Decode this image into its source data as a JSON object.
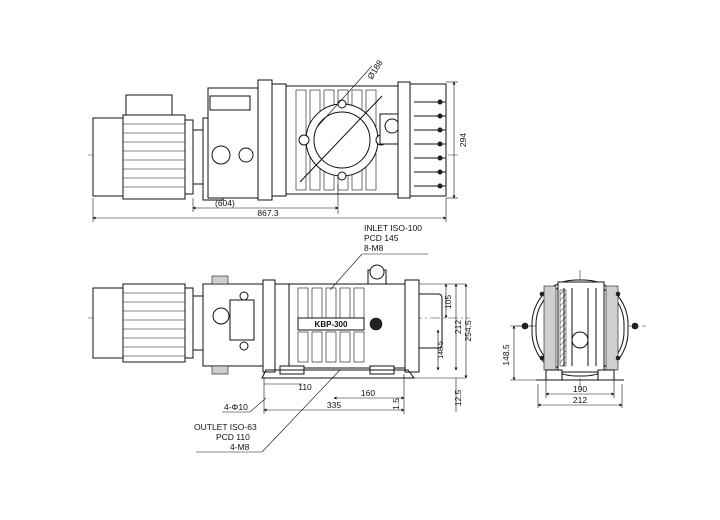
{
  "dimensions": {
    "top_view": {
      "dia_flange": "Ø188",
      "height_294": "294",
      "length_604": "(604)",
      "length_867": "867.3"
    },
    "front_view": {
      "d_110": "110",
      "d_160": "160",
      "d_335": "335",
      "d_105": "105",
      "d_212": "212",
      "d_254_5": "254.5",
      "d_1_5": "1.5",
      "d_12_5": "12.5",
      "d_148_5_small": "148.5",
      "d_4phi10": "4-Φ10"
    },
    "side_view": {
      "d_148_5": "148.5",
      "d_190": "190",
      "d_212": "212"
    }
  },
  "callouts": {
    "inlet": [
      "INLET ISO-100",
      "PCD 145",
      "8-M8"
    ],
    "outlet": [
      "OUTLET ISO-63",
      "PCD 110",
      "4-M8"
    ]
  },
  "nameplate": "KBP-300"
}
